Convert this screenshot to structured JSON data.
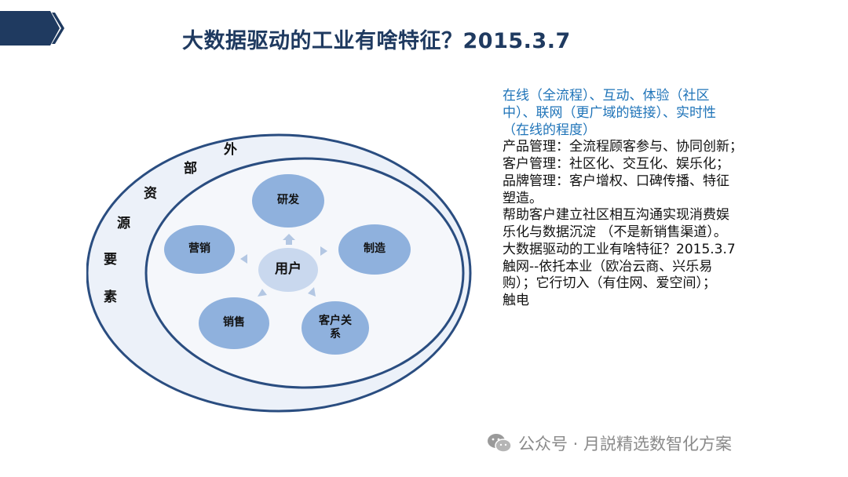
{
  "title": "大数据驱动的工业有啥特征？2015.3.7",
  "diagram": {
    "outer_ring_chars": [
      "外",
      "部",
      "资",
      "源",
      "要",
      "素"
    ],
    "center": "用户",
    "nodes": {
      "top": "研发",
      "right": "制造",
      "bottom_right_line1": "客户关",
      "bottom_right_line2": "系",
      "bottom_left": "销售",
      "left": "营销"
    },
    "colors": {
      "outer_fill": "#ecf1f9",
      "inner_fill": "#f5f7fb",
      "ring_stroke": "#2a4d80",
      "node_fill": "#8fb1dd",
      "center_fill": "#c9d8ee",
      "arrow": "#b3c7e3"
    }
  },
  "text_panel": {
    "highlight_lines": [
      "在线（全流程）、互动、体验（社区",
      "中）、联网（更广域的链接）、实时性",
      "（在线的程度）"
    ],
    "body_lines": [
      "产品管理：全流程顾客参与、协同创新；",
      "客户管理：社区化、交互化、娱乐化；",
      "品牌管理：客户增权、口碑传播、特征",
      "塑造。",
      "帮助客户建立社区相互沟通实现消费娱",
      "乐化与数据沉淀 （不是新销售渠道）。",
      "大数据驱动的工业有啥特征？2015.3.7",
      "触网--依托本业（欧冶云商、兴乐易",
      "购）；它行切入（有住网、爱空间）；",
      "触电"
    ]
  },
  "watermark": {
    "icon": "wechat-icon",
    "text": "公众号 · 月説精选数智化方案"
  }
}
